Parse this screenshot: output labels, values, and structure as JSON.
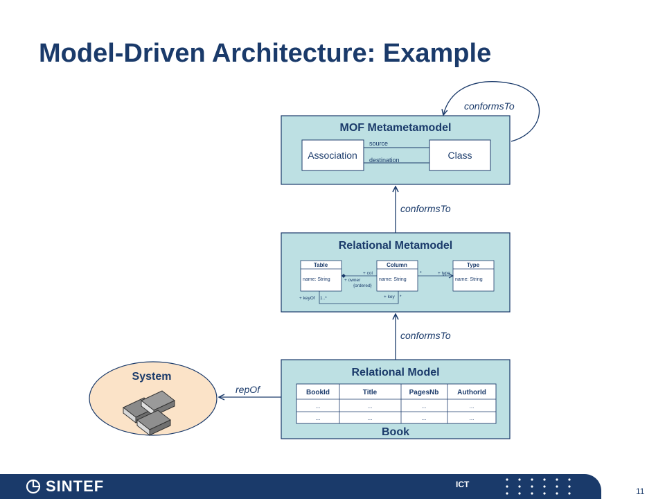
{
  "slide": {
    "title": "Model-Driven Architecture: Example",
    "page_number": "11"
  },
  "footer": {
    "logo_text": "SINTEF",
    "unit": "ICT"
  },
  "diagram": {
    "mof": {
      "title": "MOF Metametamodel",
      "association": "Association",
      "class": "Class",
      "source": "source",
      "destination": "destination",
      "self_link": "conformsTo"
    },
    "link_mof_relational_meta": "conformsTo",
    "relational_metamodel": {
      "title": "Relational Metamodel",
      "table_header": "Table",
      "table_attr": "name: String",
      "column_header": "Column",
      "column_attr": "name: String",
      "type_header": "Type",
      "type_attr": "name: String",
      "role_col": "+ col",
      "role_owner": "+ owner",
      "role_ordered": "{ordered}",
      "role_star": "*",
      "role_type": "+ type",
      "role_keyof": "+ keyOf",
      "role_keyof_mult": "1..*",
      "role_key": "+ key",
      "role_key_mult": "*"
    },
    "link_relational_meta_model": "conformsTo",
    "relational_model": {
      "title": "Relational Model",
      "headers": [
        "BookId",
        "Title",
        "PagesNb",
        "AuthorId"
      ],
      "rows": [
        [
          "...",
          "...",
          "...",
          "..."
        ],
        [
          "...",
          "...",
          "...",
          "..."
        ]
      ],
      "table_name": "Book"
    },
    "system": {
      "label": "System",
      "link": "repOf"
    }
  }
}
